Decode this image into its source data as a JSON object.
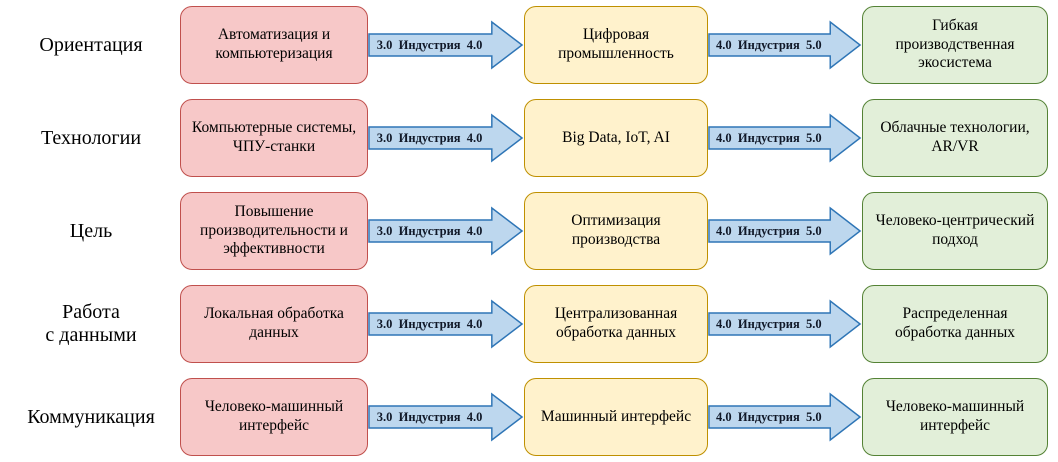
{
  "diagram": {
    "arrows": {
      "left_label": "3.0  Индустрия  4.0",
      "right_label": "4.0  Индустрия  5.0"
    },
    "colors": {
      "industry3_fill": "#F7C8C8",
      "industry3_border": "#C0504D",
      "industry4_fill": "#FFF2CC",
      "industry4_border": "#BF9000",
      "industry5_fill": "#E2EFD9",
      "industry5_border": "#548235",
      "arrow_fill": "#BDD7EE",
      "arrow_border": "#2E75B6"
    },
    "rows": [
      {
        "label": "Ориентация",
        "industry3": "Автоматизация и компьютеризация",
        "industry4": "Цифровая промышленность",
        "industry5": "Гибкая производственная экосистема"
      },
      {
        "label": "Технологии",
        "industry3": "Компьютерные системы, ЧПУ-станки",
        "industry4": "Big Data, IoT, AI",
        "industry5": "Облачные технологии, AR/VR"
      },
      {
        "label": "Цель",
        "industry3": "Повышение производительности и эффективности",
        "industry4": "Оптимизация производства",
        "industry5": "Человеко-центрический подход"
      },
      {
        "label": "Работа\nс данными",
        "industry3": "Локальная обработка данных",
        "industry4": "Централизованная обработка данных",
        "industry5": "Распределенная обработка данных"
      },
      {
        "label": "Коммуникация",
        "industry3": "Человеко-машинный интерфейс",
        "industry4": "Машинный интерфейс",
        "industry5": "Человеко-машинный интерфейс"
      }
    ]
  }
}
